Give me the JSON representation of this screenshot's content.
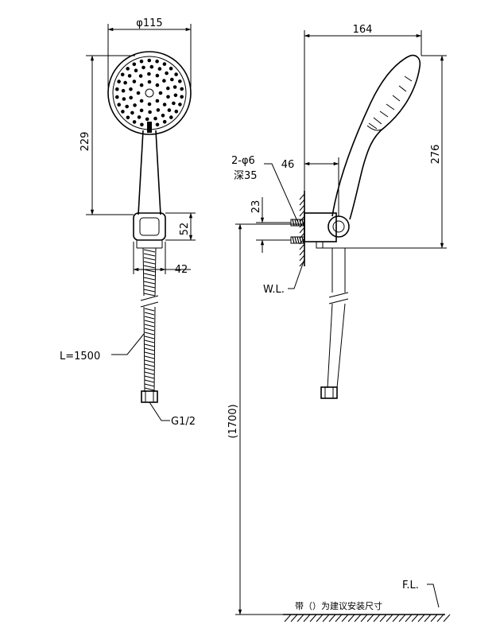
{
  "front_view": {
    "head_diameter": "φ115",
    "height_229": "229",
    "holder_height": "52",
    "holder_width": "42",
    "hose_length": "L=1500",
    "connection_thread": "G1/2"
  },
  "side_view": {
    "depth_164": "164",
    "height_276": "276",
    "offset_46": "46",
    "screw_spacing": "23",
    "screw_line1": "2-φ6",
    "screw_line2": "深35",
    "water_line": "W.L.",
    "install_height": "(1700)"
  },
  "floor": {
    "floor_label": "F.L.",
    "note": "带（）为建议安装尺寸"
  }
}
